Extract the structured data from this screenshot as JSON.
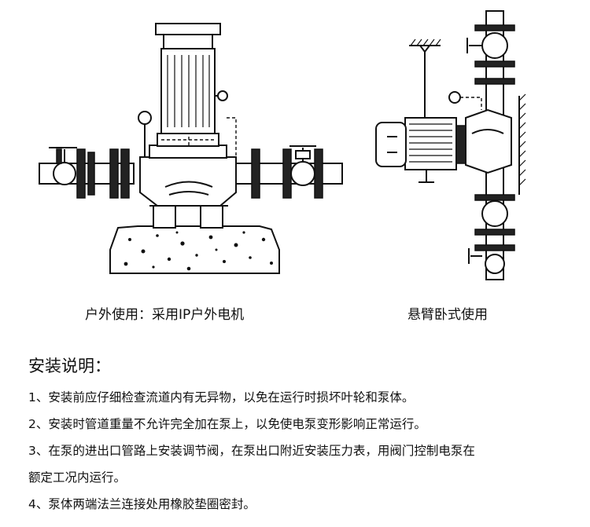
{
  "figures": {
    "left_caption": "户外使用：采用IP户外电机",
    "right_caption": "悬臂卧式使用"
  },
  "instructions": {
    "heading": "安装说明：",
    "items": [
      "1、安装前应仔细检查流道内有无异物，以免在运行时损坏叶轮和泵体。",
      "2、安装时管道重量不允许完全加在泵上，以免使电泵变形影响正常运行。",
      "3、在泵的进出口管路上安装调节阀，在泵出口附近安装压力表，用阀门控制电泵在",
      "额定工况内运行。",
      "4、泵体两端法兰连接处用橡胶垫圈密封。"
    ]
  }
}
